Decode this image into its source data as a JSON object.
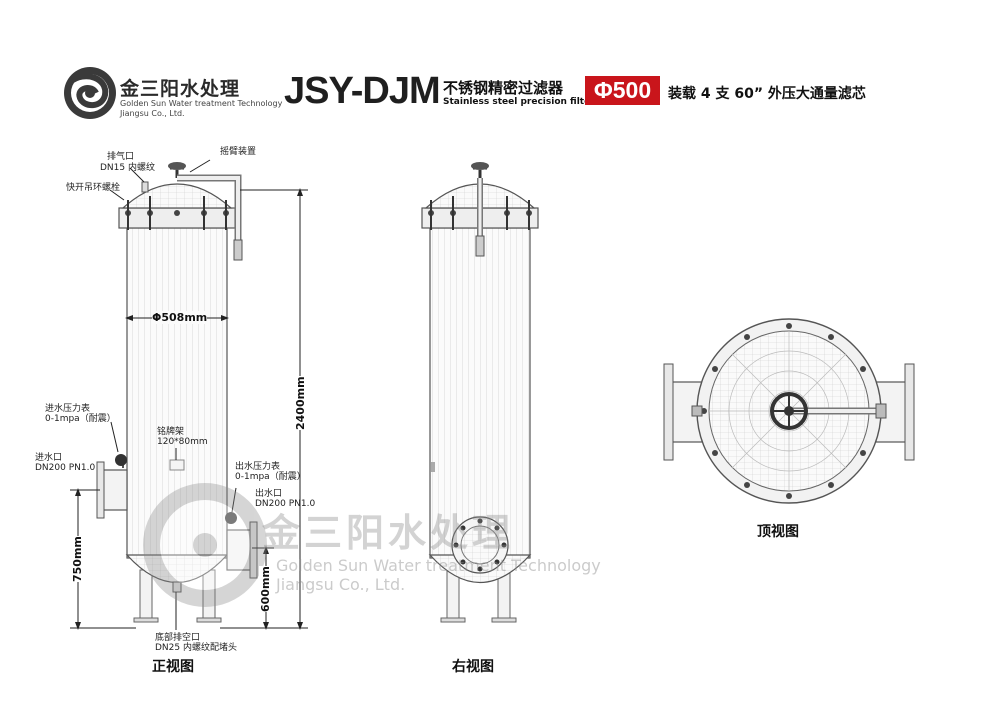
{
  "header": {
    "brand_cn": "金三阳水处理",
    "brand_en_line1": "Golden Sun Water treatment Technology",
    "brand_en_line2": "Jiangsu Co., Ltd.",
    "model_prefix": "JSY-",
    "model_suffix": "DJM",
    "title_cn": "不锈钢精密过滤器",
    "title_en": "Stainless steel precision filter",
    "badge": "Φ500",
    "spec": "装载 4 支 60” 外压大通量滤芯"
  },
  "front_view": {
    "title": "正视图",
    "vent_label": "排气口",
    "vent_spec": "DN15 内螺纹",
    "rocker_label": "摇臂装置",
    "bolt_label": "快开吊环螺栓",
    "diameter": "Φ508mm",
    "height": "2400mm",
    "inlet_gauge_label": "进水压力表",
    "inlet_gauge_range": "0-1mpa（耐震）",
    "nameplate_label": "铭牌架",
    "nameplate_size": "120*80mm",
    "inlet_label": "进水口",
    "inlet_spec": "DN200 PN1.0",
    "outlet_gauge_label": "出水压力表",
    "outlet_gauge_range": "0-1mpa（耐震）",
    "outlet_label": "出水口",
    "outlet_spec": "DN200 PN1.0",
    "inlet_height": "750mm",
    "outlet_height": "600mm",
    "drain_label": "底部排空口",
    "drain_spec": "DN25 内螺纹配堵头"
  },
  "right_view": {
    "title": "右视图"
  },
  "top_view": {
    "title": "顶视图"
  },
  "watermark": {
    "cn": "金三阳水处理",
    "en_line1": "Golden Sun Water treatment Technology",
    "en_line2": "Jiangsu Co., Ltd."
  },
  "colors": {
    "accent": "#c9151b",
    "line": "#555555"
  }
}
